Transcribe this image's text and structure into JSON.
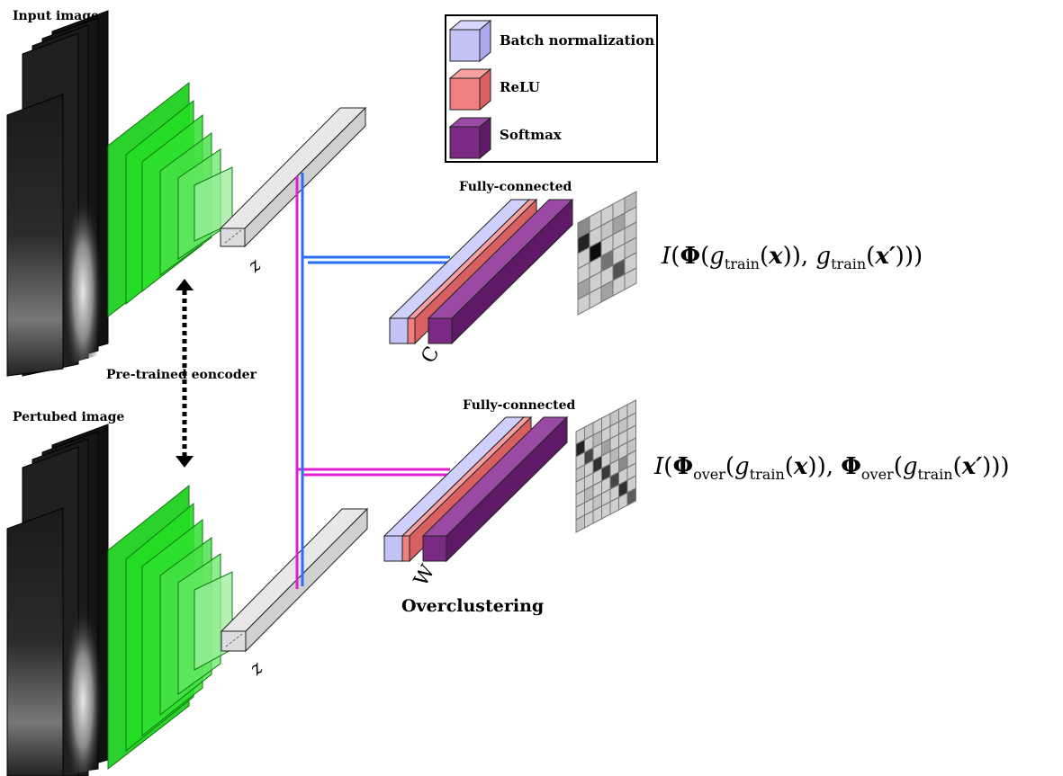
{
  "labels": {
    "input_image": "Input image",
    "perturbed_image": "Pertubed image",
    "encoder": "Pre-trained eoncoder",
    "fc_top": "Fully-connected",
    "fc_bottom": "Fully-connected",
    "overclustering": "Overclustering",
    "z_top": "z",
    "z_bottom": "z",
    "c_label": "C",
    "w_label": "W"
  },
  "legend": {
    "items": [
      {
        "label": "Batch normalization",
        "color": "#c3c3f5"
      },
      {
        "label": "ReLU",
        "color": "#f08080"
      },
      {
        "label": "Softmax",
        "color": "#7a2a82"
      }
    ]
  },
  "equations": {
    "top": "I(Φ(g_train(x)), g_train(x′)))",
    "bottom": "I(Φ_over(g_train(x)), Φ_over(g_train(x′)))"
  },
  "colors": {
    "encoder_green": "#22dd22",
    "link_blue": "#2a6ff0",
    "link_magenta": "#e020d0",
    "bn": "#c3c3f5",
    "relu": "#f08080",
    "softmax": "#7a2a82",
    "latent_gray": "#dcdcdc"
  },
  "matrices": {
    "top_cells": [
      [
        0.6,
        0.9,
        0.9,
        0.9,
        0.8
      ],
      [
        0.15,
        0.9,
        0.85,
        0.7,
        0.9
      ],
      [
        0.9,
        0.05,
        0.9,
        0.9,
        0.85
      ],
      [
        0.9,
        0.9,
        0.5,
        0.9,
        0.85
      ],
      [
        0.7,
        0.9,
        0.9,
        0.35,
        0.9
      ],
      [
        0.9,
        0.9,
        0.7,
        0.9,
        0.9
      ]
    ],
    "bottom_cells": [
      [
        0.9,
        0.85,
        0.9,
        0.9,
        0.85,
        0.9,
        0.9
      ],
      [
        0.15,
        0.9,
        0.8,
        0.9,
        0.9,
        0.85,
        0.9
      ],
      [
        0.9,
        0.3,
        0.9,
        0.7,
        0.9,
        0.9,
        0.9
      ],
      [
        0.85,
        0.9,
        0.2,
        0.9,
        0.8,
        0.9,
        0.85
      ],
      [
        0.9,
        0.9,
        0.9,
        0.25,
        0.9,
        0.6,
        0.9
      ],
      [
        0.9,
        0.8,
        0.9,
        0.9,
        0.3,
        0.9,
        0.9
      ],
      [
        0.9,
        0.9,
        0.85,
        0.9,
        0.9,
        0.2,
        0.9
      ],
      [
        0.85,
        0.9,
        0.9,
        0.9,
        0.9,
        0.9,
        0.4
      ]
    ]
  }
}
